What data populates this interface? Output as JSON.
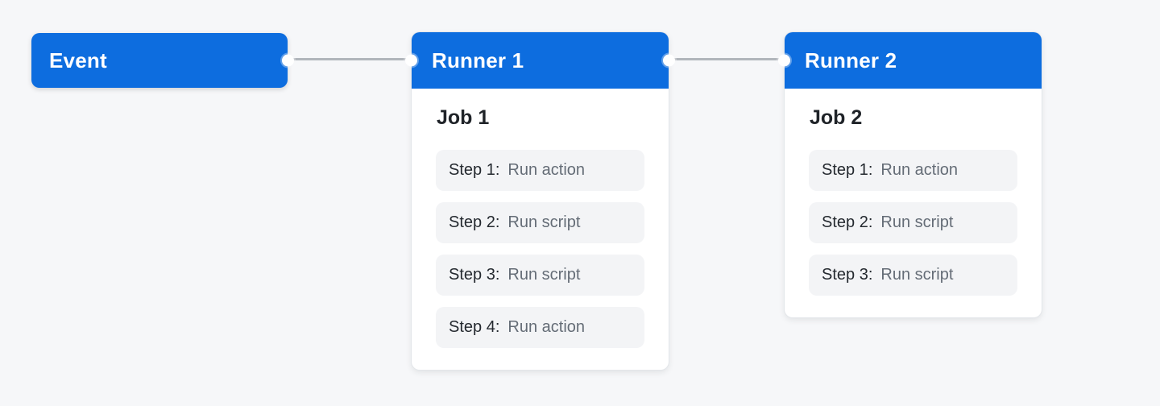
{
  "diagram": {
    "title": "workflow-runner-diagram",
    "colors": {
      "accent_blue": "#0d6ddf",
      "page_background": "#f6f7f9",
      "card_background": "#ffffff",
      "chip_background": "#f3f4f6",
      "connector_line": "#b1b6bc",
      "connector_dot": "#ffffff",
      "title_text": "#1f2328",
      "muted_text": "#646c76"
    }
  },
  "event": {
    "label": "Event"
  },
  "runners": [
    {
      "label": "Runner 1",
      "job": {
        "title": "Job 1",
        "steps": [
          {
            "label": "Step 1:",
            "action": "Run action"
          },
          {
            "label": "Step 2:",
            "action": "Run script"
          },
          {
            "label": "Step 3:",
            "action": "Run script"
          },
          {
            "label": "Step 4:",
            "action": "Run action"
          }
        ]
      }
    },
    {
      "label": "Runner 2",
      "job": {
        "title": "Job 2",
        "steps": [
          {
            "label": "Step 1:",
            "action": "Run action"
          },
          {
            "label": "Step 2:",
            "action": "Run script"
          },
          {
            "label": "Step 3:",
            "action": "Run script"
          }
        ]
      }
    }
  ]
}
